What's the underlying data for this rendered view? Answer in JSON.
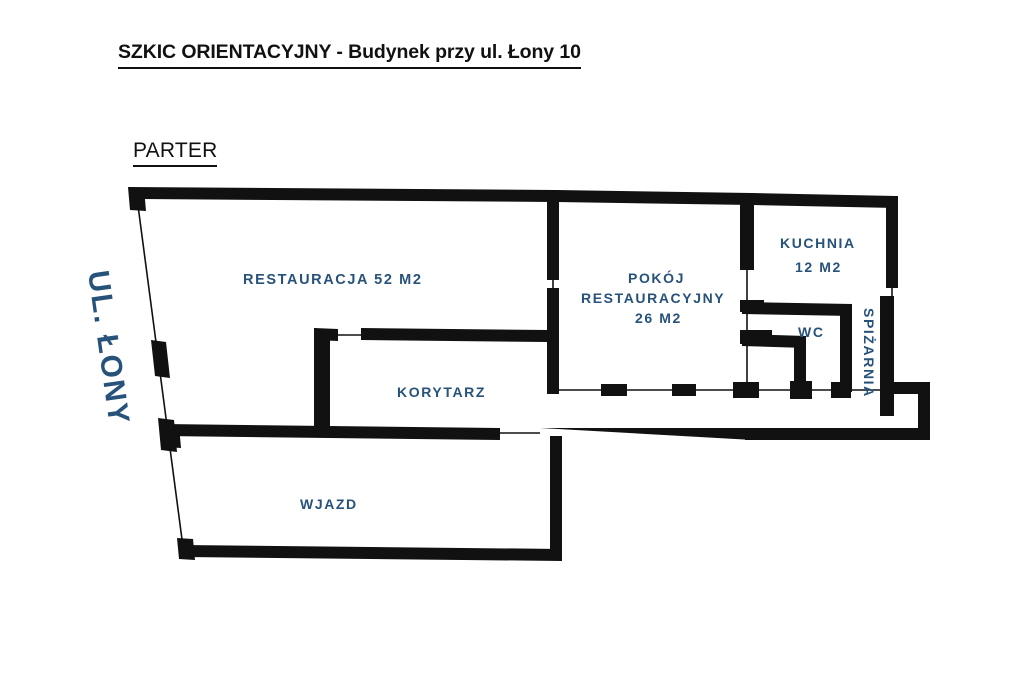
{
  "document": {
    "title": "SZKIC ORIENTACYJNY - Budynek przy ul. Łony 10",
    "floor_heading": "PARTER"
  },
  "colors": {
    "wall": "#111111",
    "label": "#27527a",
    "background": "#ffffff",
    "title": "#111111"
  },
  "street_label": "UL. ŁONY",
  "rooms": [
    {
      "id": "restauracja",
      "name": "RESTAURACJA 52 M2",
      "lines": [
        "RESTAURACJA 52 M2"
      ],
      "area_m2": 52
    },
    {
      "id": "pokoj_restauracyjny",
      "name": "POKÓJ RESTAURACYJNY 26 M2",
      "lines": [
        "POKÓJ",
        "RESTAURACYJNY",
        "26 M2"
      ],
      "area_m2": 26
    },
    {
      "id": "kuchnia",
      "name": "KUCHNIA 12 M2",
      "lines": [
        "KUCHNIA",
        "12 M2"
      ],
      "area_m2": 12
    },
    {
      "id": "wc",
      "name": "WC",
      "lines": [
        "WC"
      ],
      "area_m2": null
    },
    {
      "id": "spizarnia",
      "name": "SPIŻARNIA",
      "lines": [
        "SPIŻARNIA"
      ],
      "area_m2": null
    },
    {
      "id": "korytarz",
      "name": "KORYTARZ",
      "lines": [
        "KORYTARZ"
      ],
      "area_m2": null
    },
    {
      "id": "wjazd",
      "name": "WJAZD",
      "lines": [
        "WJAZD"
      ],
      "area_m2": null
    }
  ],
  "labels": {
    "restauracja": "RESTAURACJA 52 M2",
    "pokoj_l1": "POKÓJ",
    "pokoj_l2": "RESTAURACYJNY",
    "pokoj_l3": "26 M2",
    "kuchnia_l1": "KUCHNIA",
    "kuchnia_l2": "12 M2",
    "wc": "WC",
    "spizarnia": "SPIŻARNIA",
    "korytarz": "KORYTARZ",
    "wjazd": "WJAZD"
  },
  "chart_data": {
    "type": "diagram",
    "title": "SZKIC ORIENTACYJNY - Budynek przy ul. Łony 10",
    "subtitle": "PARTER",
    "diagram_kind": "architectural-floor-plan",
    "units": "m2",
    "rooms": [
      {
        "label": "RESTAURACJA 52 M2",
        "area_m2": 52
      },
      {
        "label": "POKÓJ RESTAURACYJNY 26 M2",
        "area_m2": 26
      },
      {
        "label": "KUCHNIA 12 M2",
        "area_m2": 12
      },
      {
        "label": "WC",
        "area_m2": null
      },
      {
        "label": "SPIŻARNIA",
        "area_m2": null
      },
      {
        "label": "KORYTARZ",
        "area_m2": null
      },
      {
        "label": "WJAZD",
        "area_m2": null
      }
    ],
    "annotations": [
      "UL. ŁONY"
    ]
  }
}
